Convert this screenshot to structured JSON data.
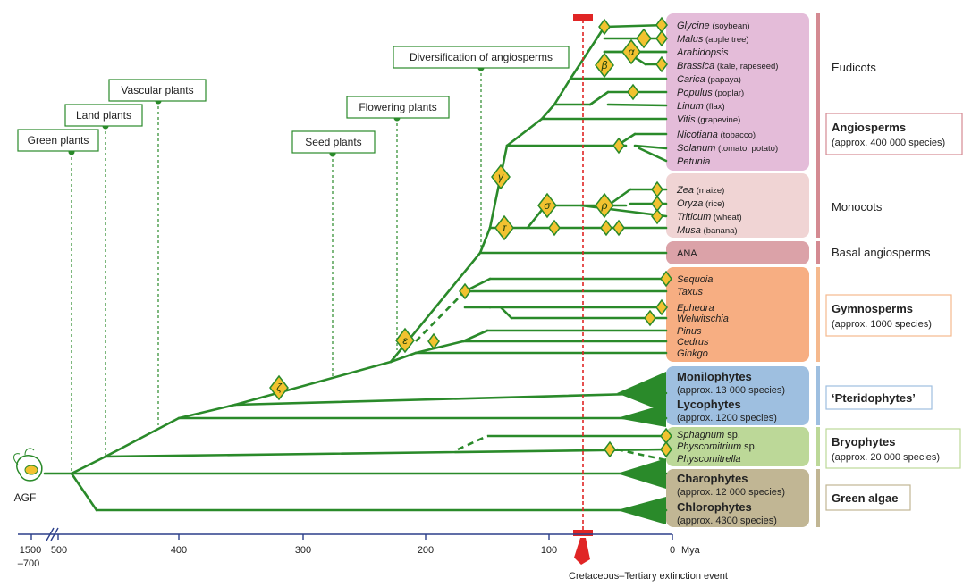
{
  "root_label": "AGF",
  "callouts": {
    "green_plants": "Green plants",
    "land_plants": "Land plants",
    "vascular_plants": "Vascular plants",
    "seed_plants": "Seed plants",
    "flowering_plants": "Flowering plants",
    "diversification": "Diversification of angiosperms"
  },
  "greek": {
    "alpha": "α",
    "beta": "β",
    "gamma": "γ",
    "tau": "τ",
    "sigma": "σ",
    "rho": "ρ",
    "epsilon": "ε",
    "zeta": "ζ"
  },
  "eudicots": [
    {
      "name": "Glycine",
      "common": " (soybean)"
    },
    {
      "name": "Malus",
      "common": " (apple tree)"
    },
    {
      "name": "Arabidopsis",
      "common": ""
    },
    {
      "name": "Brassica",
      "common": " (kale, rapeseed)"
    },
    {
      "name": "Carica",
      "common": " (papaya)"
    },
    {
      "name": "Populus",
      "common": " (poplar)"
    },
    {
      "name": "Linum",
      "common": " (flax)"
    },
    {
      "name": "Vitis",
      "common": " (grapevine)"
    },
    {
      "name": "Nicotiana",
      "common": " (tobacco)"
    },
    {
      "name": "Solanum",
      "common": " (tomato, potato)"
    },
    {
      "name": "Petunia",
      "common": ""
    }
  ],
  "monocots": [
    {
      "name": "Zea",
      "common": " (maize)"
    },
    {
      "name": "Oryza",
      "common": " (rice)"
    },
    {
      "name": "Triticum",
      "common": " (wheat)"
    },
    {
      "name": "Musa",
      "common": " (banana)"
    }
  ],
  "ana": "ANA",
  "gymnosperms": [
    "Sequoia",
    "Taxus",
    "Ephedra",
    "Welwitschia",
    "Pinus",
    "Cedrus",
    "Ginkgo"
  ],
  "pteridophytes": {
    "monilophytes": "Monilophytes",
    "monilophytes_count": "(approx. 13 000 species)",
    "lycophytes": "Lycophytes",
    "lycophytes_count": "(approx. 1200 species)"
  },
  "bryophytes_taxa": [
    {
      "name": "Sphagnum",
      "suffix": " sp."
    },
    {
      "name": "Physcomitrium",
      "suffix": " sp."
    },
    {
      "name": "Physcomitrella",
      "suffix": ""
    }
  ],
  "green_algae_taxa": {
    "charophytes": "Charophytes",
    "charophytes_count": "(approx. 12 000 species)",
    "chlorophytes": "Chlorophytes",
    "chlorophytes_count": "(approx. 4300 species)"
  },
  "groups": {
    "eudicots": "Eudicots",
    "angiosperms": "Angiosperms",
    "angiosperms_count": "(approx. 400 000 species)",
    "monocots": "Monocots",
    "basal": "Basal angiosperms",
    "gymnosperms": "Gymnosperms",
    "gymnosperms_count": "(approx. 1000 species)",
    "pteridophytes": "‘Pteridophytes’",
    "bryophytes": "Bryophytes",
    "bryophytes_count": "(approx. 20 000 species)",
    "green_algae": "Green algae"
  },
  "axis": {
    "ticks": [
      "1500",
      "500",
      "400",
      "300",
      "200",
      "100",
      "0"
    ],
    "extra_tick": "–700",
    "unit": "Mya",
    "event_label": "Cretaceous–Tertiary extinction event"
  },
  "colors": {
    "branch": "#2a8a2a",
    "eudicots_box": "#e4bcd9",
    "monocots_box": "#f0d4d4",
    "ana_box": "#dba2a8",
    "gymno_box": "#f7ae82",
    "pterido_box": "#9ebfe0",
    "bryo_box": "#bcd898",
    "algae_box": "#c1b694",
    "event_red": "#e02525",
    "diamond_fill": "#f2c230",
    "axis_blue": "#2b3f8a"
  }
}
